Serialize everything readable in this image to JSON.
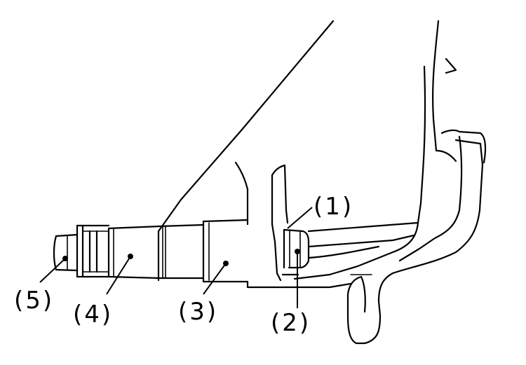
{
  "callouts": [
    {
      "id": "1",
      "label": "(1)"
    },
    {
      "id": "2",
      "label": "(2)"
    },
    {
      "id": "3",
      "label": "(3)"
    },
    {
      "id": "4",
      "label": "(4)"
    },
    {
      "id": "5",
      "label": "(5)"
    }
  ],
  "colors": {
    "ink": "#000000",
    "background": "#ffffff"
  }
}
